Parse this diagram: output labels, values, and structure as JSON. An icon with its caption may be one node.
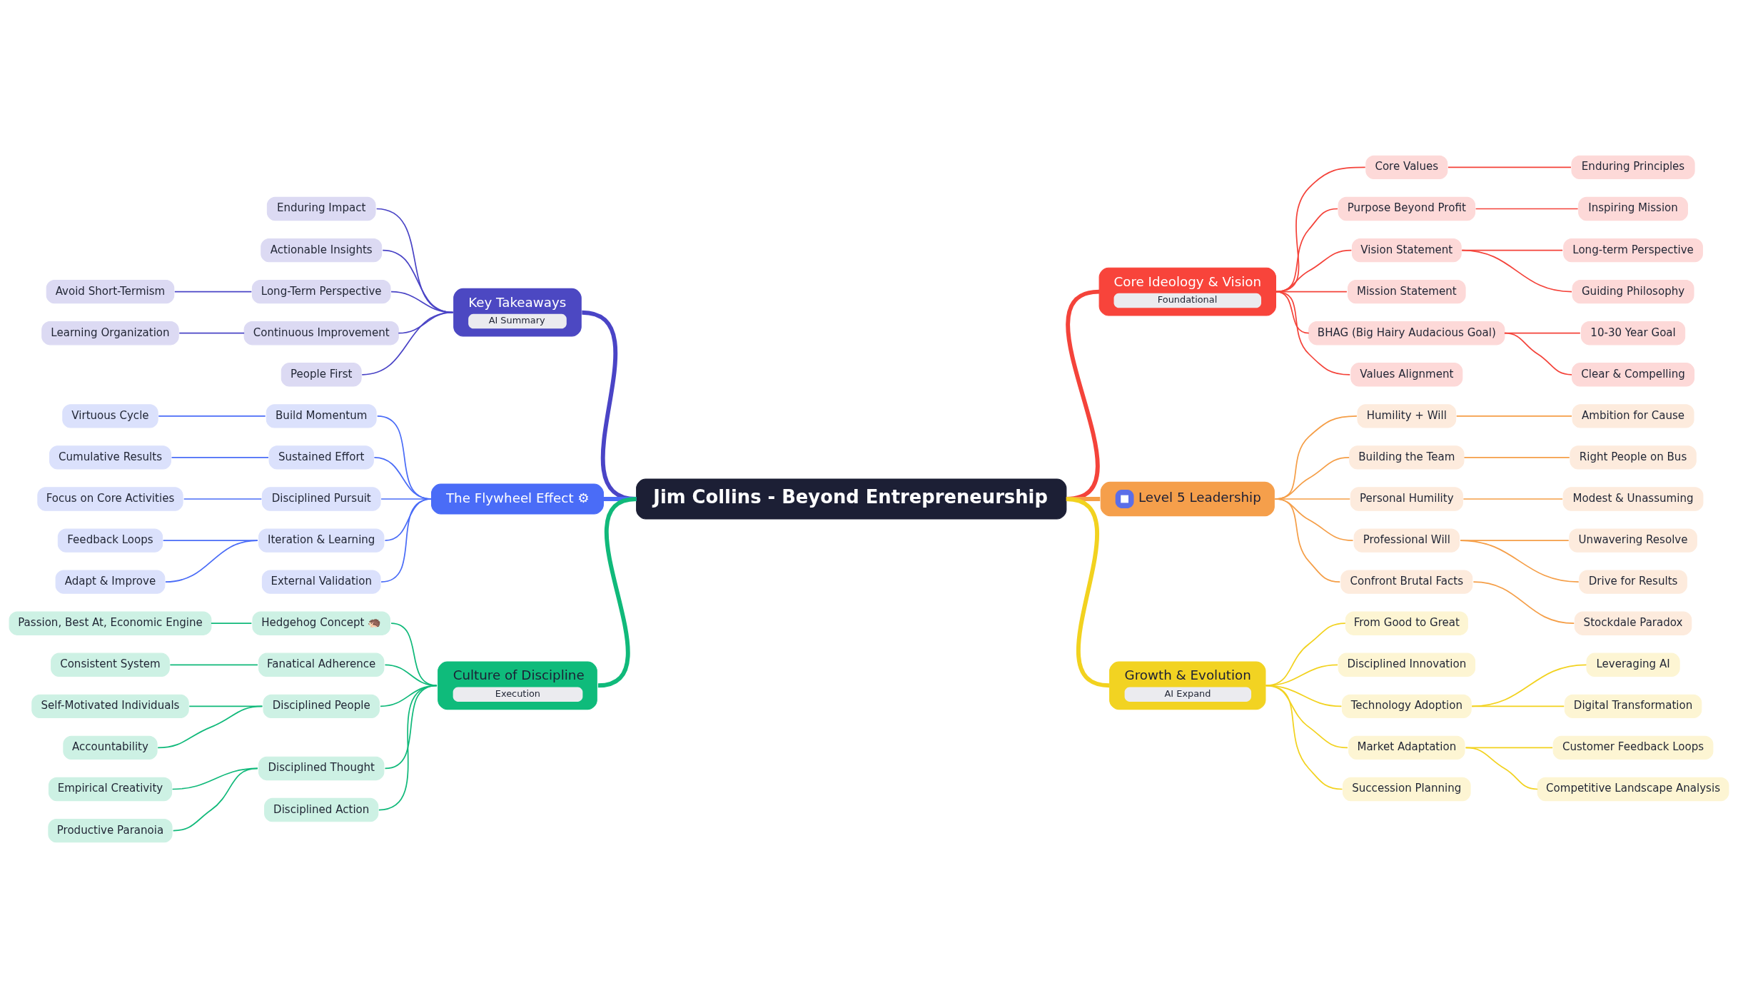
{
  "diagram": {
    "nodes": [
      {
        "text": [
          "Jim Collins - Beyond Entrepreneurship"
        ]
      },
      {
        "text": [
          "Key Takeaways",
          "AI Summary"
        ]
      },
      {
        "text": [
          "Enduring Impact"
        ]
      },
      {
        "text": [
          "Actionable Insights"
        ]
      },
      {
        "text": [
          "Long-Term Perspective"
        ]
      },
      {
        "text": [
          "Avoid Short-Termism"
        ]
      },
      {
        "text": [
          "Continuous Improvement"
        ]
      },
      {
        "text": [
          "Learning Organization"
        ]
      },
      {
        "text": [
          "People First"
        ]
      },
      {
        "text": [
          "The Flywheel Effect ⚙"
        ]
      },
      {
        "text": [
          "Build Momentum"
        ]
      },
      {
        "text": [
          "Virtuous Cycle"
        ]
      },
      {
        "text": [
          "Sustained Effort"
        ]
      },
      {
        "text": [
          "Cumulative Results"
        ]
      },
      {
        "text": [
          "Disciplined Pursuit"
        ]
      },
      {
        "text": [
          "Focus on Core Activities"
        ]
      },
      {
        "text": [
          "Iteration & Learning"
        ]
      },
      {
        "text": [
          "Feedback Loops"
        ]
      },
      {
        "text": [
          "Adapt & Improve"
        ]
      },
      {
        "text": [
          "External Validation"
        ]
      },
      {
        "text": [
          "Culture of Discipline",
          "Execution"
        ]
      },
      {
        "text": [
          "Hedgehog Concept 🦔"
        ]
      },
      {
        "text": [
          "Passion, Best At, Economic Engine"
        ]
      },
      {
        "text": [
          "Fanatical Adherence"
        ]
      },
      {
        "text": [
          "Consistent System"
        ]
      },
      {
        "text": [
          "Disciplined People"
        ]
      },
      {
        "text": [
          "Self-Motivated Individuals"
        ]
      },
      {
        "text": [
          "Accountability"
        ]
      },
      {
        "text": [
          "Disciplined Thought"
        ]
      },
      {
        "text": [
          "Empirical Creativity"
        ]
      },
      {
        "text": [
          "Productive Paranoia"
        ]
      },
      {
        "text": [
          "Disciplined Action"
        ]
      },
      {
        "text": [
          "Core Ideology & Vision",
          "Foundational"
        ]
      },
      {
        "text": [
          "Core Values"
        ]
      },
      {
        "text": [
          "Enduring Principles"
        ]
      },
      {
        "text": [
          "Purpose Beyond Profit"
        ]
      },
      {
        "text": [
          "Inspiring Mission"
        ]
      },
      {
        "text": [
          "Vision Statement"
        ]
      },
      {
        "text": [
          "Long-term Perspective"
        ]
      },
      {
        "text": [
          "Guiding Philosophy"
        ]
      },
      {
        "text": [
          "Mission Statement"
        ]
      },
      {
        "text": [
          "BHAG (Big Hairy Audacious Goal)"
        ]
      },
      {
        "text": [
          "10-30 Year Goal"
        ]
      },
      {
        "text": [
          "Clear & Compelling"
        ]
      },
      {
        "text": [
          "Values Alignment"
        ]
      },
      {
        "text": [
          "Level 5 Leadership"
        ]
      },
      {
        "text": [
          "Humility + Will"
        ]
      },
      {
        "text": [
          "Ambition for Cause"
        ]
      },
      {
        "text": [
          "Building the Team"
        ]
      },
      {
        "text": [
          "Right People on Bus"
        ]
      },
      {
        "text": [
          "Personal Humility"
        ]
      },
      {
        "text": [
          "Modest & Unassuming"
        ]
      },
      {
        "text": [
          "Professional Will"
        ]
      },
      {
        "text": [
          "Unwavering Resolve"
        ]
      },
      {
        "text": [
          "Drive for Results"
        ]
      },
      {
        "text": [
          "Confront Brutal Facts"
        ]
      },
      {
        "text": [
          "Stockdale Paradox"
        ]
      },
      {
        "text": [
          "Growth & Evolution",
          "AI Expand"
        ]
      },
      {
        "text": [
          "From Good to Great"
        ]
      },
      {
        "text": [
          "Disciplined Innovation"
        ]
      },
      {
        "text": [
          "Technology Adoption"
        ]
      },
      {
        "text": [
          "Leveraging AI"
        ]
      },
      {
        "text": [
          "Digital Transformation"
        ]
      },
      {
        "text": [
          "Market Adaptation"
        ]
      },
      {
        "text": [
          "Customer Feedback Loops"
        ]
      },
      {
        "text": [
          "Competitive Landscape Analysis"
        ]
      },
      {
        "text": [
          "Succession Planning"
        ]
      }
    ],
    "edges": [
      {
        "from": 0,
        "to": 1,
        "arrow": "none",
        "style": "thick",
        "color": "#4a44c6"
      },
      {
        "from": 1,
        "to": 2,
        "arrow": "none",
        "color": "#4a44c6"
      },
      {
        "from": 1,
        "to": 3,
        "arrow": "none",
        "color": "#4a44c6"
      },
      {
        "from": 1,
        "to": 4,
        "arrow": "none",
        "color": "#4a44c6"
      },
      {
        "from": 4,
        "to": 5,
        "arrow": "none",
        "color": "#4a44c6"
      },
      {
        "from": 1,
        "to": 6,
        "arrow": "none",
        "color": "#4a44c6"
      },
      {
        "from": 6,
        "to": 7,
        "arrow": "none",
        "color": "#4a44c6"
      },
      {
        "from": 1,
        "to": 8,
        "arrow": "none",
        "color": "#4a44c6"
      },
      {
        "from": 0,
        "to": 9,
        "arrow": "none",
        "style": "thick",
        "color": "#4a6cf7"
      },
      {
        "from": 9,
        "to": 10,
        "arrow": "none",
        "color": "#4a6cf7"
      },
      {
        "from": 10,
        "to": 11,
        "arrow": "none",
        "color": "#4a6cf7"
      },
      {
        "from": 9,
        "to": 12,
        "arrow": "none",
        "color": "#4a6cf7"
      },
      {
        "from": 12,
        "to": 13,
        "arrow": "none",
        "color": "#4a6cf7"
      },
      {
        "from": 9,
        "to": 14,
        "arrow": "none",
        "color": "#4a6cf7"
      },
      {
        "from": 14,
        "to": 15,
        "arrow": "none",
        "color": "#4a6cf7"
      },
      {
        "from": 9,
        "to": 16,
        "arrow": "none",
        "color": "#4a6cf7"
      },
      {
        "from": 16,
        "to": 17,
        "arrow": "none",
        "color": "#4a6cf7"
      },
      {
        "from": 16,
        "to": 18,
        "arrow": "none",
        "color": "#4a6cf7"
      },
      {
        "from": 9,
        "to": 19,
        "arrow": "none",
        "color": "#4a6cf7"
      },
      {
        "from": 0,
        "to": 20,
        "arrow": "none",
        "style": "thick",
        "color": "#10b97a"
      },
      {
        "from": 20,
        "to": 21,
        "arrow": "none",
        "color": "#10b97a"
      },
      {
        "from": 21,
        "to": 22,
        "arrow": "none",
        "color": "#10b97a"
      },
      {
        "from": 20,
        "to": 23,
        "arrow": "none",
        "color": "#10b97a"
      },
      {
        "from": 23,
        "to": 24,
        "arrow": "none",
        "color": "#10b97a"
      },
      {
        "from": 20,
        "to": 25,
        "arrow": "none",
        "color": "#10b97a"
      },
      {
        "from": 25,
        "to": 26,
        "arrow": "none",
        "color": "#10b97a"
      },
      {
        "from": 25,
        "to": 27,
        "arrow": "none",
        "color": "#10b97a"
      },
      {
        "from": 20,
        "to": 28,
        "arrow": "none",
        "color": "#10b97a"
      },
      {
        "from": 28,
        "to": 29,
        "arrow": "none",
        "color": "#10b97a"
      },
      {
        "from": 28,
        "to": 30,
        "arrow": "none",
        "color": "#10b97a"
      },
      {
        "from": 20,
        "to": 31,
        "arrow": "none",
        "color": "#10b97a"
      },
      {
        "from": 0,
        "to": 32,
        "arrow": "none",
        "style": "thick",
        "color": "#f4433a"
      },
      {
        "from": 32,
        "to": 33,
        "arrow": "none",
        "color": "#f4433a"
      },
      {
        "from": 33,
        "to": 34,
        "arrow": "none",
        "color": "#f4433a"
      },
      {
        "from": 32,
        "to": 35,
        "arrow": "none",
        "color": "#f4433a"
      },
      {
        "from": 35,
        "to": 36,
        "arrow": "none",
        "color": "#f4433a"
      },
      {
        "from": 32,
        "to": 37,
        "arrow": "none",
        "color": "#f4433a"
      },
      {
        "from": 37,
        "to": 38,
        "arrow": "none",
        "color": "#f4433a"
      },
      {
        "from": 37,
        "to": 39,
        "arrow": "none",
        "color": "#f4433a"
      },
      {
        "from": 32,
        "to": 40,
        "arrow": "none",
        "color": "#f4433a"
      },
      {
        "from": 32,
        "to": 41,
        "arrow": "none",
        "color": "#f4433a"
      },
      {
        "from": 41,
        "to": 42,
        "arrow": "none",
        "color": "#f4433a"
      },
      {
        "from": 41,
        "to": 43,
        "arrow": "none",
        "color": "#f4433a"
      },
      {
        "from": 32,
        "to": 44,
        "arrow": "none",
        "color": "#f4433a"
      },
      {
        "from": 0,
        "to": 45,
        "arrow": "none",
        "style": "thick",
        "color": "#f59e47"
      },
      {
        "from": 45,
        "to": 46,
        "arrow": "none",
        "color": "#f59e47"
      },
      {
        "from": 46,
        "to": 47,
        "arrow": "none",
        "color": "#f59e47"
      },
      {
        "from": 45,
        "to": 48,
        "arrow": "none",
        "color": "#f59e47"
      },
      {
        "from": 48,
        "to": 49,
        "arrow": "none",
        "color": "#f59e47"
      },
      {
        "from": 45,
        "to": 50,
        "arrow": "none",
        "color": "#f59e47"
      },
      {
        "from": 50,
        "to": 51,
        "arrow": "none",
        "color": "#f59e47"
      },
      {
        "from": 45,
        "to": 52,
        "arrow": "none",
        "color": "#f59e47"
      },
      {
        "from": 52,
        "to": 53,
        "arrow": "none",
        "color": "#f59e47"
      },
      {
        "from": 52,
        "to": 54,
        "arrow": "none",
        "color": "#f59e47"
      },
      {
        "from": 45,
        "to": 55,
        "arrow": "none",
        "color": "#f59e47"
      },
      {
        "from": 55,
        "to": 56,
        "arrow": "none",
        "color": "#f59e47"
      },
      {
        "from": 0,
        "to": 57,
        "arrow": "none",
        "style": "thick",
        "color": "#f2d21f"
      },
      {
        "from": 57,
        "to": 58,
        "arrow": "none",
        "color": "#f2d21f"
      },
      {
        "from": 57,
        "to": 59,
        "arrow": "none",
        "color": "#f2d21f"
      },
      {
        "from": 57,
        "to": 60,
        "arrow": "none",
        "color": "#f2d21f"
      },
      {
        "from": 60,
        "to": 61,
        "arrow": "none",
        "color": "#f2d21f"
      },
      {
        "from": 60,
        "to": 62,
        "arrow": "none",
        "color": "#f2d21f"
      },
      {
        "from": 57,
        "to": 63,
        "arrow": "none",
        "color": "#f2d21f"
      },
      {
        "from": 63,
        "to": 64,
        "arrow": "none",
        "color": "#f2d21f"
      },
      {
        "from": 63,
        "to": 65,
        "arrow": "none",
        "color": "#f2d21f"
      },
      {
        "from": 57,
        "to": 66,
        "arrow": "none",
        "color": "#f2d21f"
      }
    ]
  }
}
